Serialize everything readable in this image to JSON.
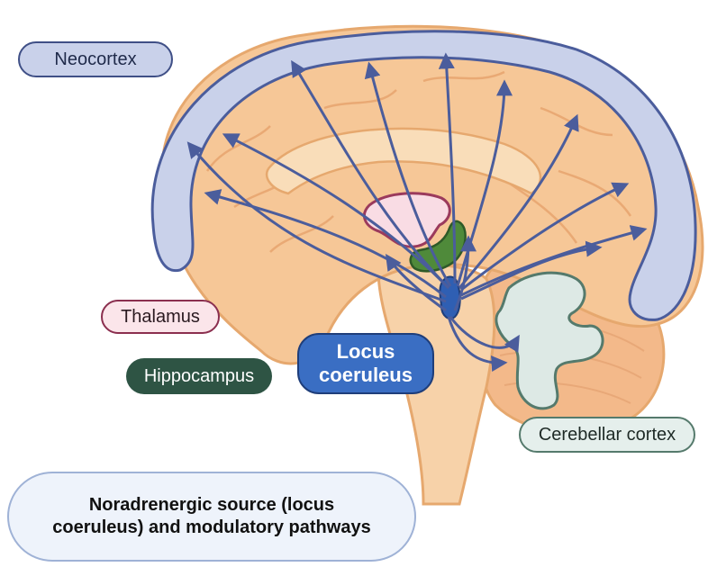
{
  "labels": {
    "neocortex": "Neocortex",
    "thalamus": "Thalamus",
    "hippocampus": "Hippocampus",
    "locus_line1": "Locus",
    "locus_line2": "coeruleus",
    "cerebellar": "Cerebellar cortex"
  },
  "caption": "Noradrenergic source (locus coeruleus) and modulatory pathways",
  "colors": {
    "brain_fill": "#f6c797",
    "brain_outline": "#e6a86e",
    "cortex_band": "#c9d1ea",
    "pathway": "#4b5d9c",
    "thalamus_fill": "#f9dce4",
    "thalamus_outline": "#9b3a5c",
    "hippocampus_fill": "#4f8a3a",
    "locus_fill": "#2f5fb3",
    "cerebellum_fill": "#dde9e5"
  }
}
